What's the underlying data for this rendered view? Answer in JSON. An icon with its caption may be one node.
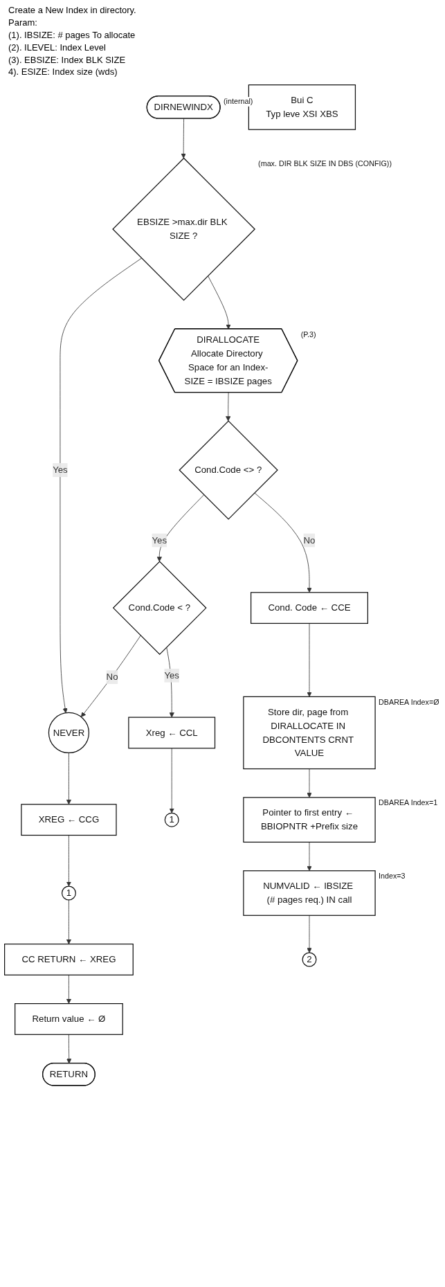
{
  "diagram": {
    "nodes": [
      {
        "text": [
          "DIRNEWINDX"
        ],
        "beside": [
          "(internal)"
        ]
      },
      {
        "text": [
          "EBSIZE >max.dir BLK SIZE ?"
        ],
        "beside": [
          "(max. DIR BLK SIZE IN DBS (CONFIG))"
        ]
      },
      {
        "text": [
          "DIRALLOCATE",
          "Allocate Directory Space for an Index-SIZE = IBSIZE pages"
        ],
        "beside": [
          "(P.3)"
        ]
      },
      {
        "text": [
          "Cond.Code <> ?"
        ]
      },
      {
        "text": [
          "Cond.Code < ?"
        ]
      },
      {
        "text": [
          "Xreg ← CCL"
        ]
      },
      {
        "text": [
          "1"
        ]
      },
      {
        "text": [
          "NEVER"
        ]
      },
      {
        "text": [
          "XREG ← CCG"
        ]
      },
      {
        "text": [
          "1"
        ]
      },
      {
        "text": [
          "CC RETURN ← XREG"
        ]
      },
      {
        "text": [
          "Return value ← Ø"
        ]
      },
      {
        "text": [
          "RETURN"
        ]
      },
      {
        "text": [
          "Cond. Code ← CCE"
        ]
      },
      {
        "text": [
          "Store dir, page from DIRALLOCATE IN DBCONTENTS CRNT VALUE"
        ],
        "beside": [
          "DBAREA Index=Ø"
        ]
      },
      {
        "text": [
          "Pointer to first entry ← BBIOPNTR +Prefix size"
        ],
        "beside": [
          "DBAREA Index=1"
        ]
      },
      {
        "text": [
          "NUMVALID ← IBSIZE (# pages req.) IN call"
        ],
        "beside": [
          "Index=3"
        ]
      },
      {
        "text": [
          "2"
        ]
      },
      {
        "text": [
          "Bui C",
          "Typ leve XSI XBS"
        ]
      }
    ],
    "edges": [
      {
        "from": 0,
        "to": 1,
        "arrow": "to"
      },
      {
        "from": 1,
        "to": 7,
        "label": "Yes",
        "arrow": "to"
      },
      {
        "from": 1,
        "to": 2,
        "arrow": "to"
      },
      {
        "from": 2,
        "to": 3,
        "arrow": "to"
      },
      {
        "from": 3,
        "to": 4,
        "label": "Yes",
        "arrow": "to"
      },
      {
        "from": 3,
        "to": 13,
        "label": "No",
        "arrow": "to"
      },
      {
        "from": 4,
        "to": 7,
        "label": "No",
        "arrow": "to"
      },
      {
        "from": 4,
        "to": 5,
        "label": "Yes",
        "arrow": "to"
      },
      {
        "from": 5,
        "to": 6,
        "arrow": "to"
      },
      {
        "from": 7,
        "to": 8,
        "arrow": "to"
      },
      {
        "from": 8,
        "to": 9,
        "arrow": "to"
      },
      {
        "from": 9,
        "to": 10,
        "arrow": "to"
      },
      {
        "from": 10,
        "to": 11,
        "arrow": "to"
      },
      {
        "from": 11,
        "to": 12,
        "arrow": "to"
      },
      {
        "from": 13,
        "to": 14,
        "arrow": "to"
      },
      {
        "from": 14,
        "to": 15,
        "arrow": "to"
      },
      {
        "from": 15,
        "to": 16,
        "arrow": "to"
      },
      {
        "from": 16,
        "to": 17,
        "arrow": "to"
      }
    ],
    "labels": [
      "Create a New Index in directory.",
      "Param:",
      "(1). IBSIZE: # pages To allocate",
      "(2). ILEVEL: Index Level",
      "(3). EBSIZE: Index BLK SIZE",
      "4). ESIZE: Index size (wds)"
    ]
  }
}
